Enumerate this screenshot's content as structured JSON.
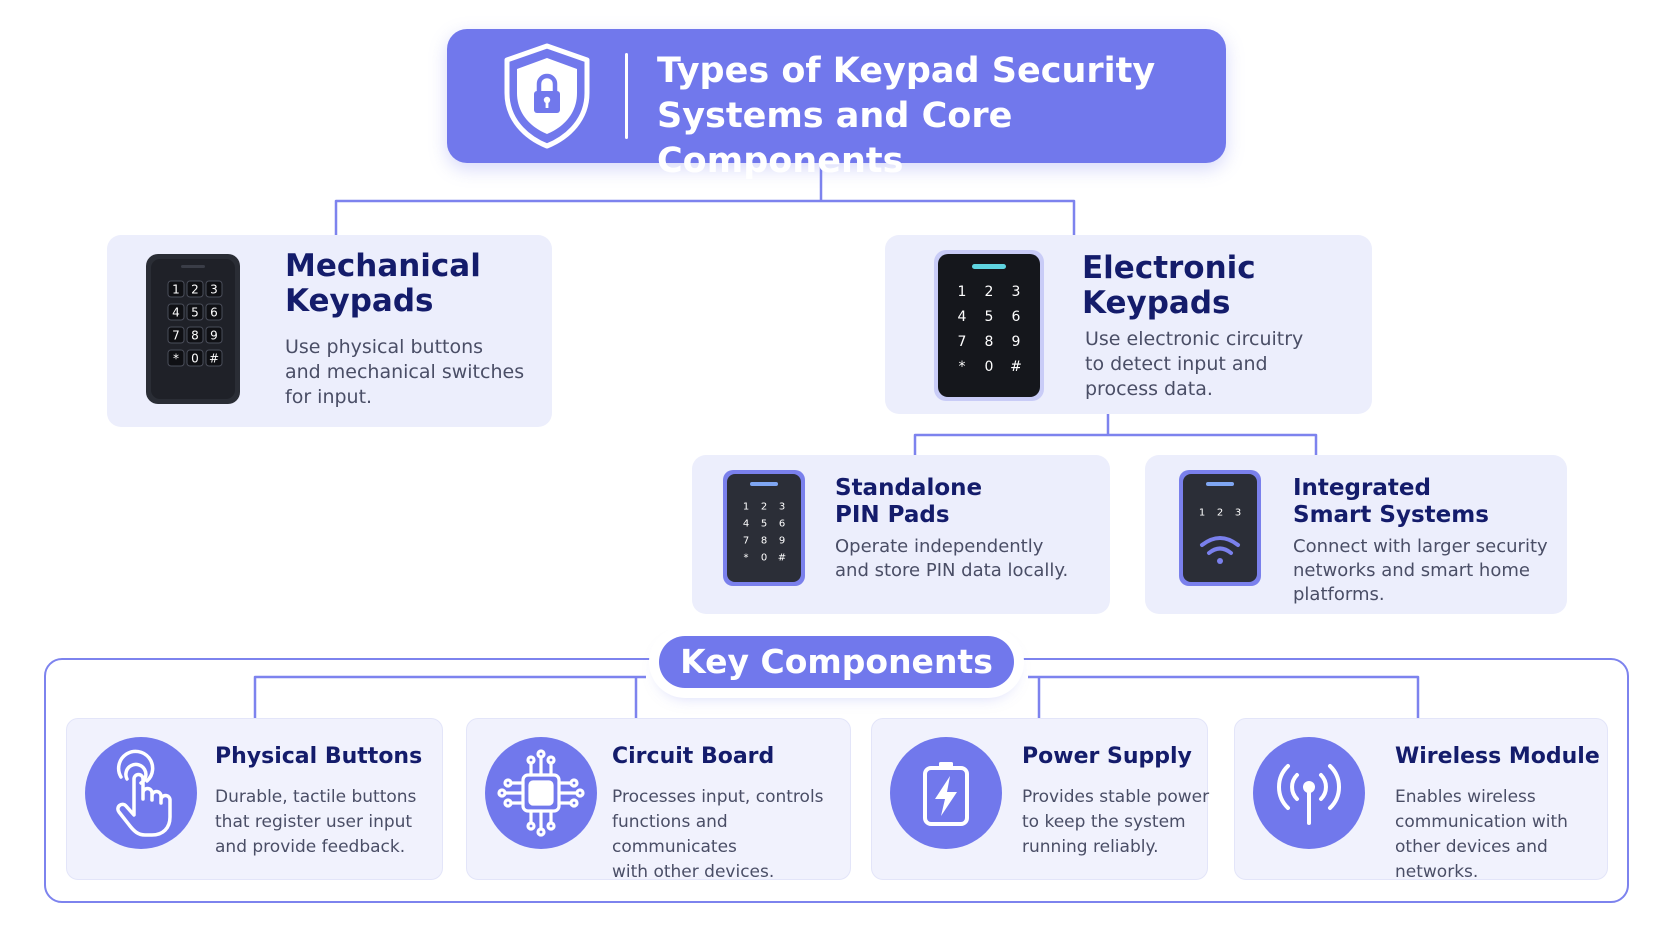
{
  "header": {
    "title_line1": "Types of Keypad Security",
    "title_line2": "Systems and Core Components",
    "icon": "shield-lock-icon"
  },
  "types": {
    "mechanical": {
      "title_line1": "Mechanical",
      "title_line2": "Keypads",
      "desc_lines": [
        "Use physical buttons",
        "and mechanical switches",
        "for input."
      ],
      "keys": [
        "1",
        "2",
        "3",
        "4",
        "5",
        "6",
        "7",
        "8",
        "9",
        "*",
        "0",
        "#"
      ]
    },
    "electronic": {
      "title_line1": "Electronic",
      "title_line2": "Keypads",
      "desc_lines": [
        "Use electronic circuitry",
        "to detect input and",
        "process data."
      ],
      "keys": [
        "1",
        "2",
        "3",
        "4",
        "5",
        "6",
        "7",
        "8",
        "9",
        "*",
        "0",
        "#"
      ]
    },
    "standalone": {
      "title_line1": "Standalone",
      "title_line2": "PIN Pads",
      "desc_lines": [
        "Operate independently",
        "and store PIN data locally."
      ],
      "keys": [
        "1",
        "2",
        "3",
        "4",
        "5",
        "6",
        "7",
        "8",
        "9",
        "*",
        "0",
        "#"
      ]
    },
    "integrated": {
      "title_line1": "Integrated",
      "title_line2": "Smart Systems",
      "desc_lines": [
        "Connect with larger security",
        "networks and smart home",
        "platforms."
      ],
      "keys": [
        "1",
        "2",
        "3"
      ]
    }
  },
  "key_components": {
    "label": "Key Components",
    "items": [
      {
        "title": "Physical Buttons",
        "icon": "touch-hand-icon",
        "desc_lines": [
          "Durable, tactile buttons",
          "that register user input",
          "and provide feedback."
        ]
      },
      {
        "title": "Circuit Board",
        "icon": "circuit-chip-icon",
        "desc_lines": [
          "Processes input, controls",
          "functions and communicates",
          "with other devices."
        ]
      },
      {
        "title": "Power Supply",
        "icon": "battery-bolt-icon",
        "desc_lines": [
          "Provides stable power",
          "to keep the system",
          "running reliably."
        ]
      },
      {
        "title": "Wireless Module",
        "icon": "wireless-signal-icon",
        "desc_lines": [
          "Enables wireless",
          "communication with",
          "other devices and networks."
        ]
      }
    ]
  },
  "colors": {
    "primary": "#7178ec",
    "connector": "#7d83ee",
    "card_bg": "#eceefc",
    "title_navy": "#141c6b",
    "text_gray": "#4a4e66",
    "keypad_dark": "#1f2128"
  }
}
